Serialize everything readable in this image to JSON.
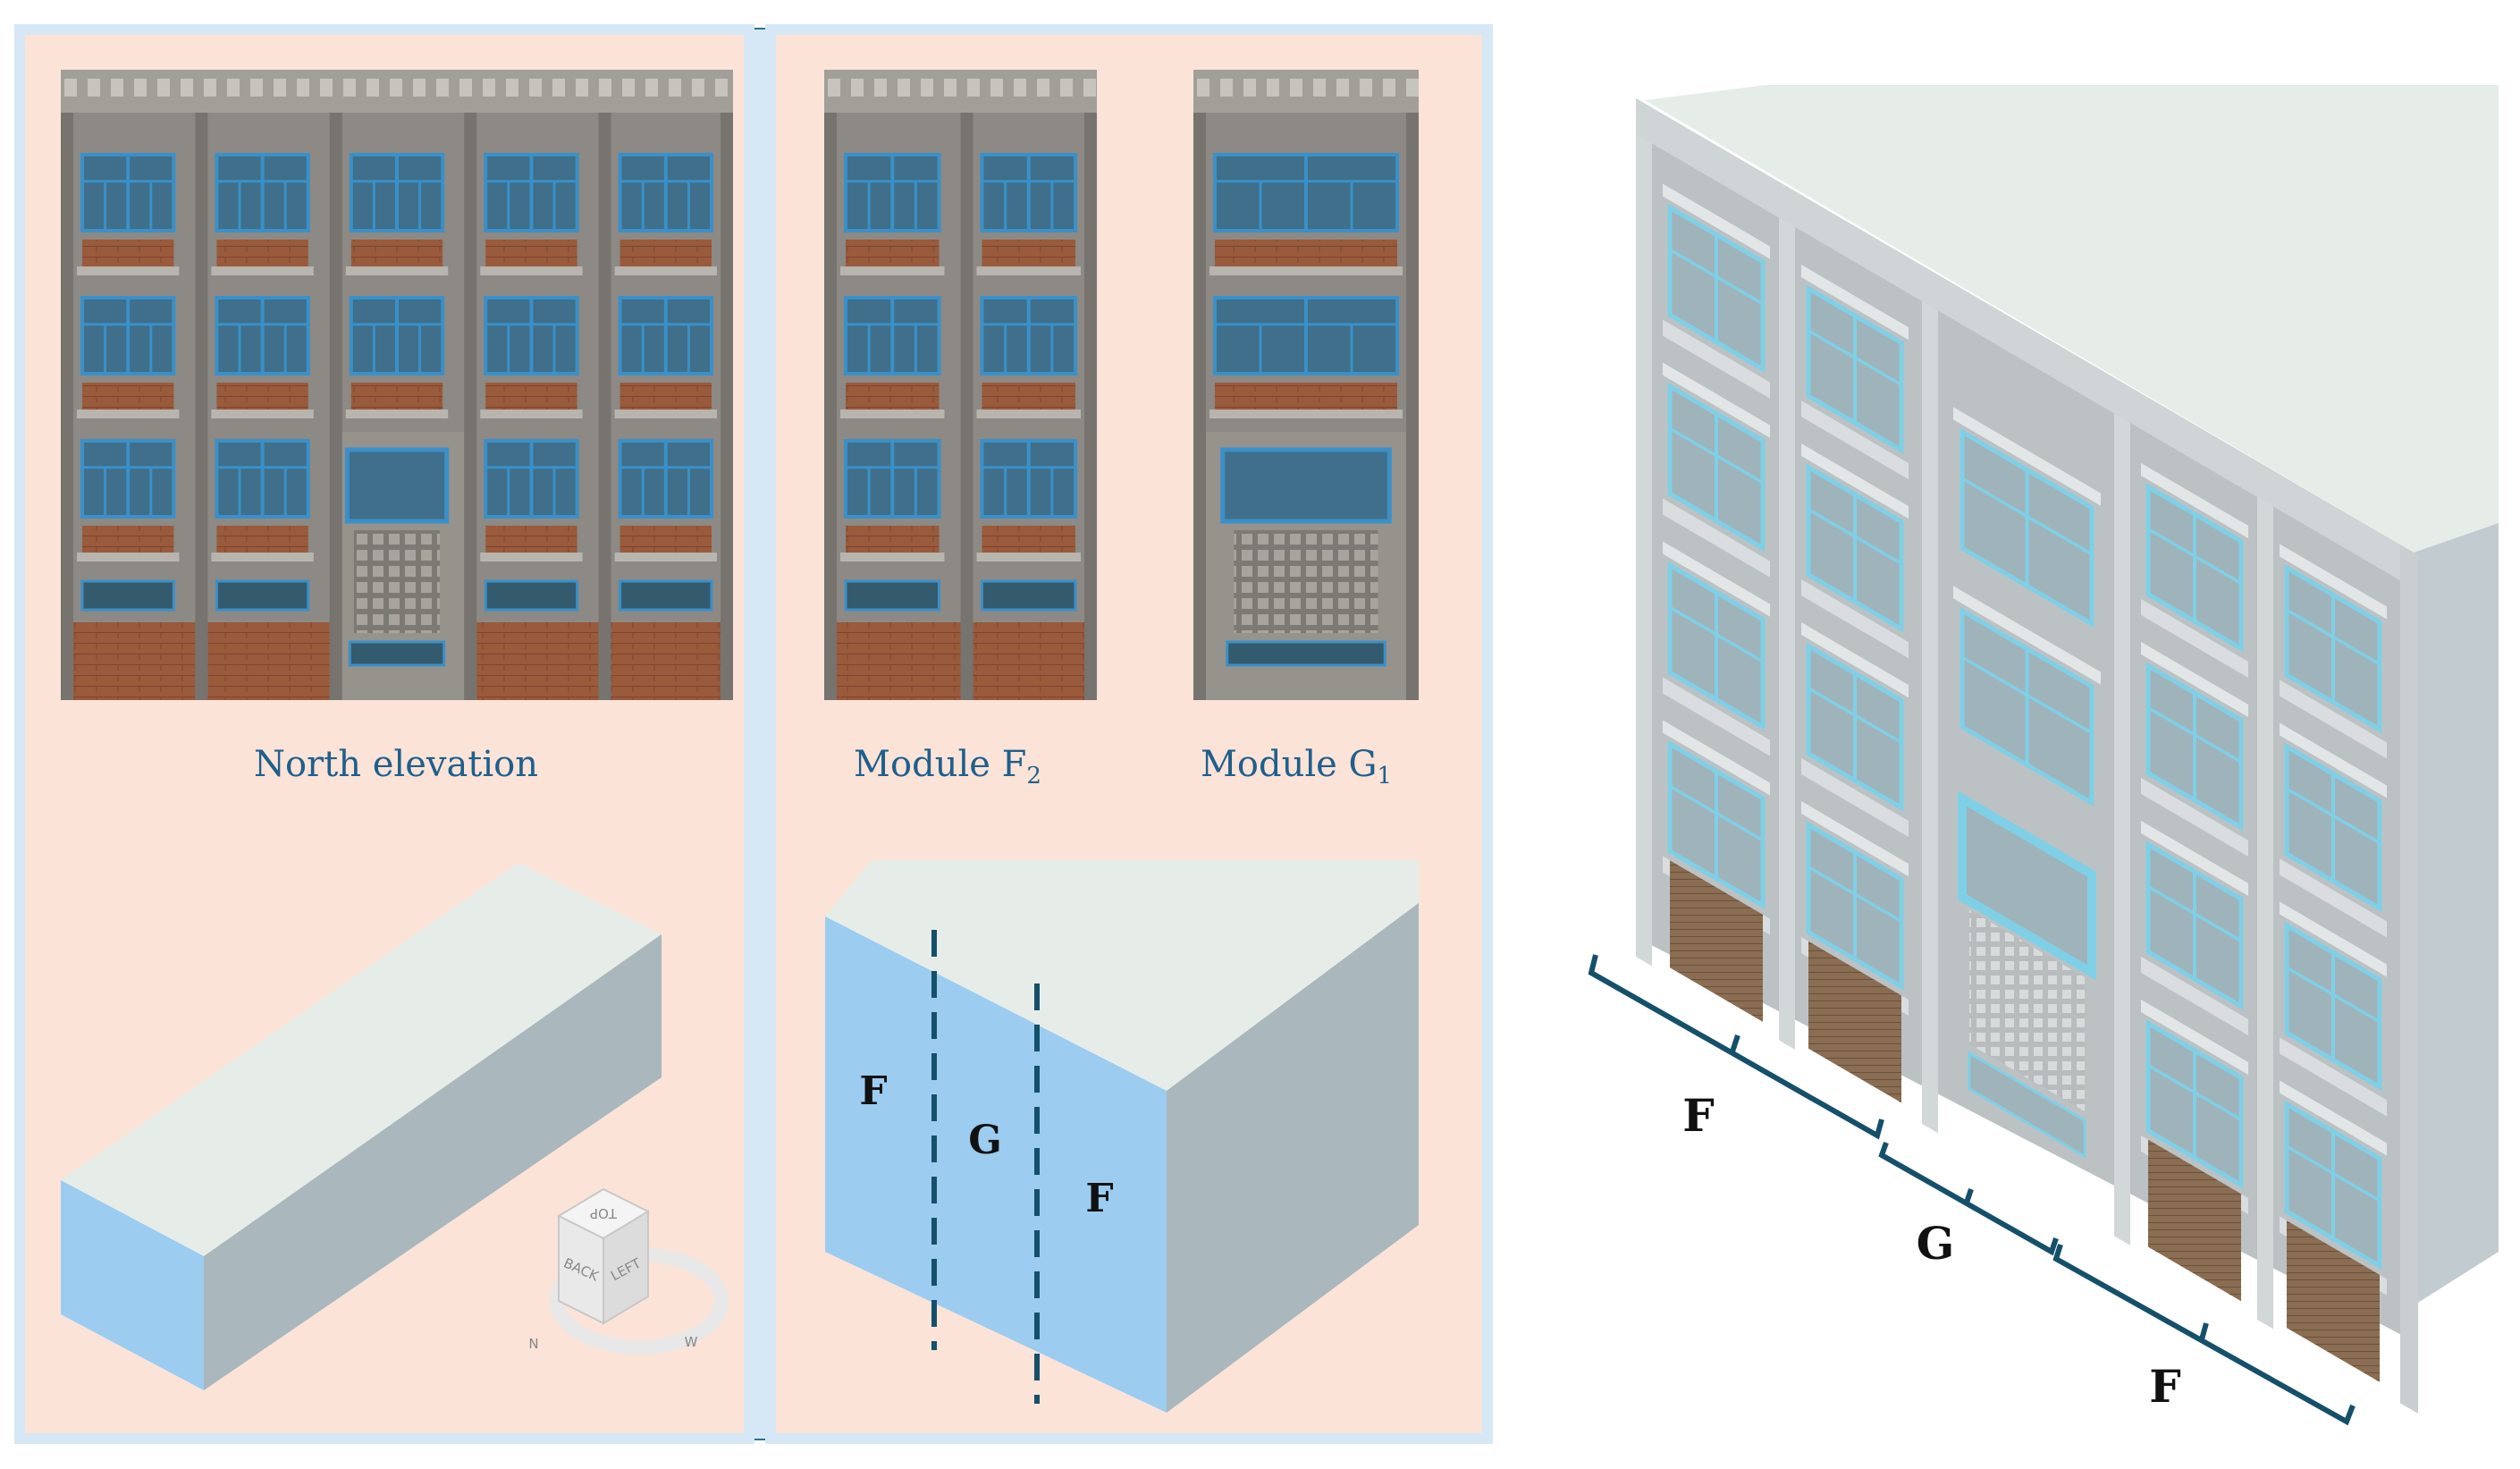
{
  "captions": {
    "north_elevation": "North elevation",
    "module_f2_base": "Module F",
    "module_f2_sub": "2",
    "module_g1_base": "Module G",
    "module_g1_sub": "1"
  },
  "block_labels": {
    "f_left": "F",
    "g_middle": "G",
    "f_right": "F"
  },
  "model_labels": {
    "f_left": "F",
    "g_middle": "G",
    "f_right": "F"
  },
  "view_cube": {
    "top": "TOP",
    "back": "BACK",
    "left": "LEFT",
    "compass_n": "N",
    "compass_w": "W"
  },
  "colors": {
    "frame_border": "#2a6f9a",
    "frame_fill": "#fbe3d8",
    "divider": "#d6e8f5",
    "caption_text": "#1f5f8b",
    "block_top": "#e6ede8",
    "block_front": "#9ccdf0",
    "block_side": "#aab7bd",
    "dashed_line": "#15506a",
    "bracket": "#15506a",
    "window_blue": "#4a9fd4",
    "model_window": "#7fd0e6",
    "concrete": "#8a8580",
    "brick": "#9a5a3c"
  }
}
